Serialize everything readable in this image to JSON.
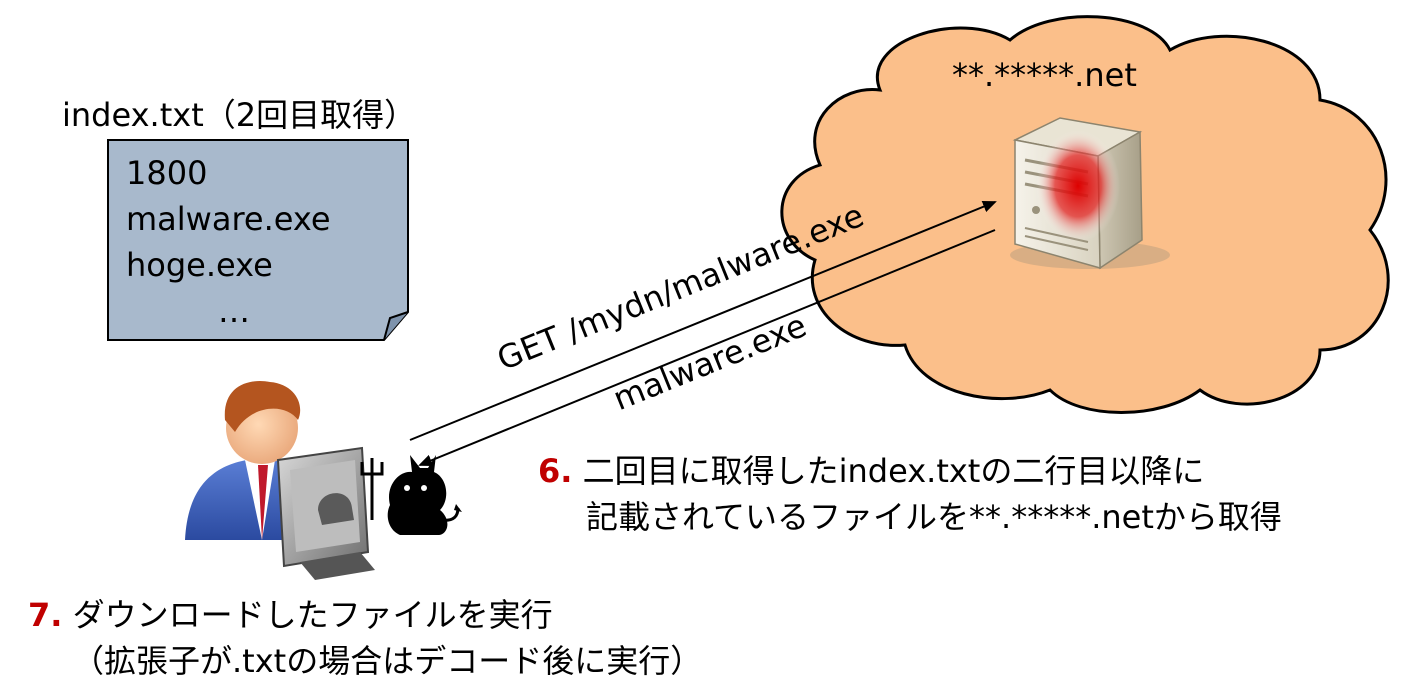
{
  "index_file": {
    "title": "index.txt（2回目取得）",
    "lines": [
      "1800",
      "malware.exe",
      "hoge.exe",
      "…"
    ]
  },
  "server": {
    "domain": "**.*****.net"
  },
  "arrows": {
    "request": "GET /mydn/malware.exe",
    "response": "malware.exe"
  },
  "steps": [
    {
      "number": "6.",
      "lines": [
        "二回目に取得したindex.txtの二行目以降に",
        "記載されているファイルを**.*****.netから取得"
      ]
    },
    {
      "number": "7.",
      "lines": [
        "ダウンロードしたファイルを実行",
        "（拡張子が.txtの場合はデコード後に実行）"
      ]
    }
  ],
  "colors": {
    "cloud_fill": "#fbbf8a",
    "document_fill": "#a8b9cc",
    "step_number": "#c00000",
    "server_glow": "#dd0000"
  },
  "icons": [
    "cloud-icon",
    "server-icon",
    "document-icon",
    "user-icon",
    "computer-icon",
    "devil-icon"
  ]
}
